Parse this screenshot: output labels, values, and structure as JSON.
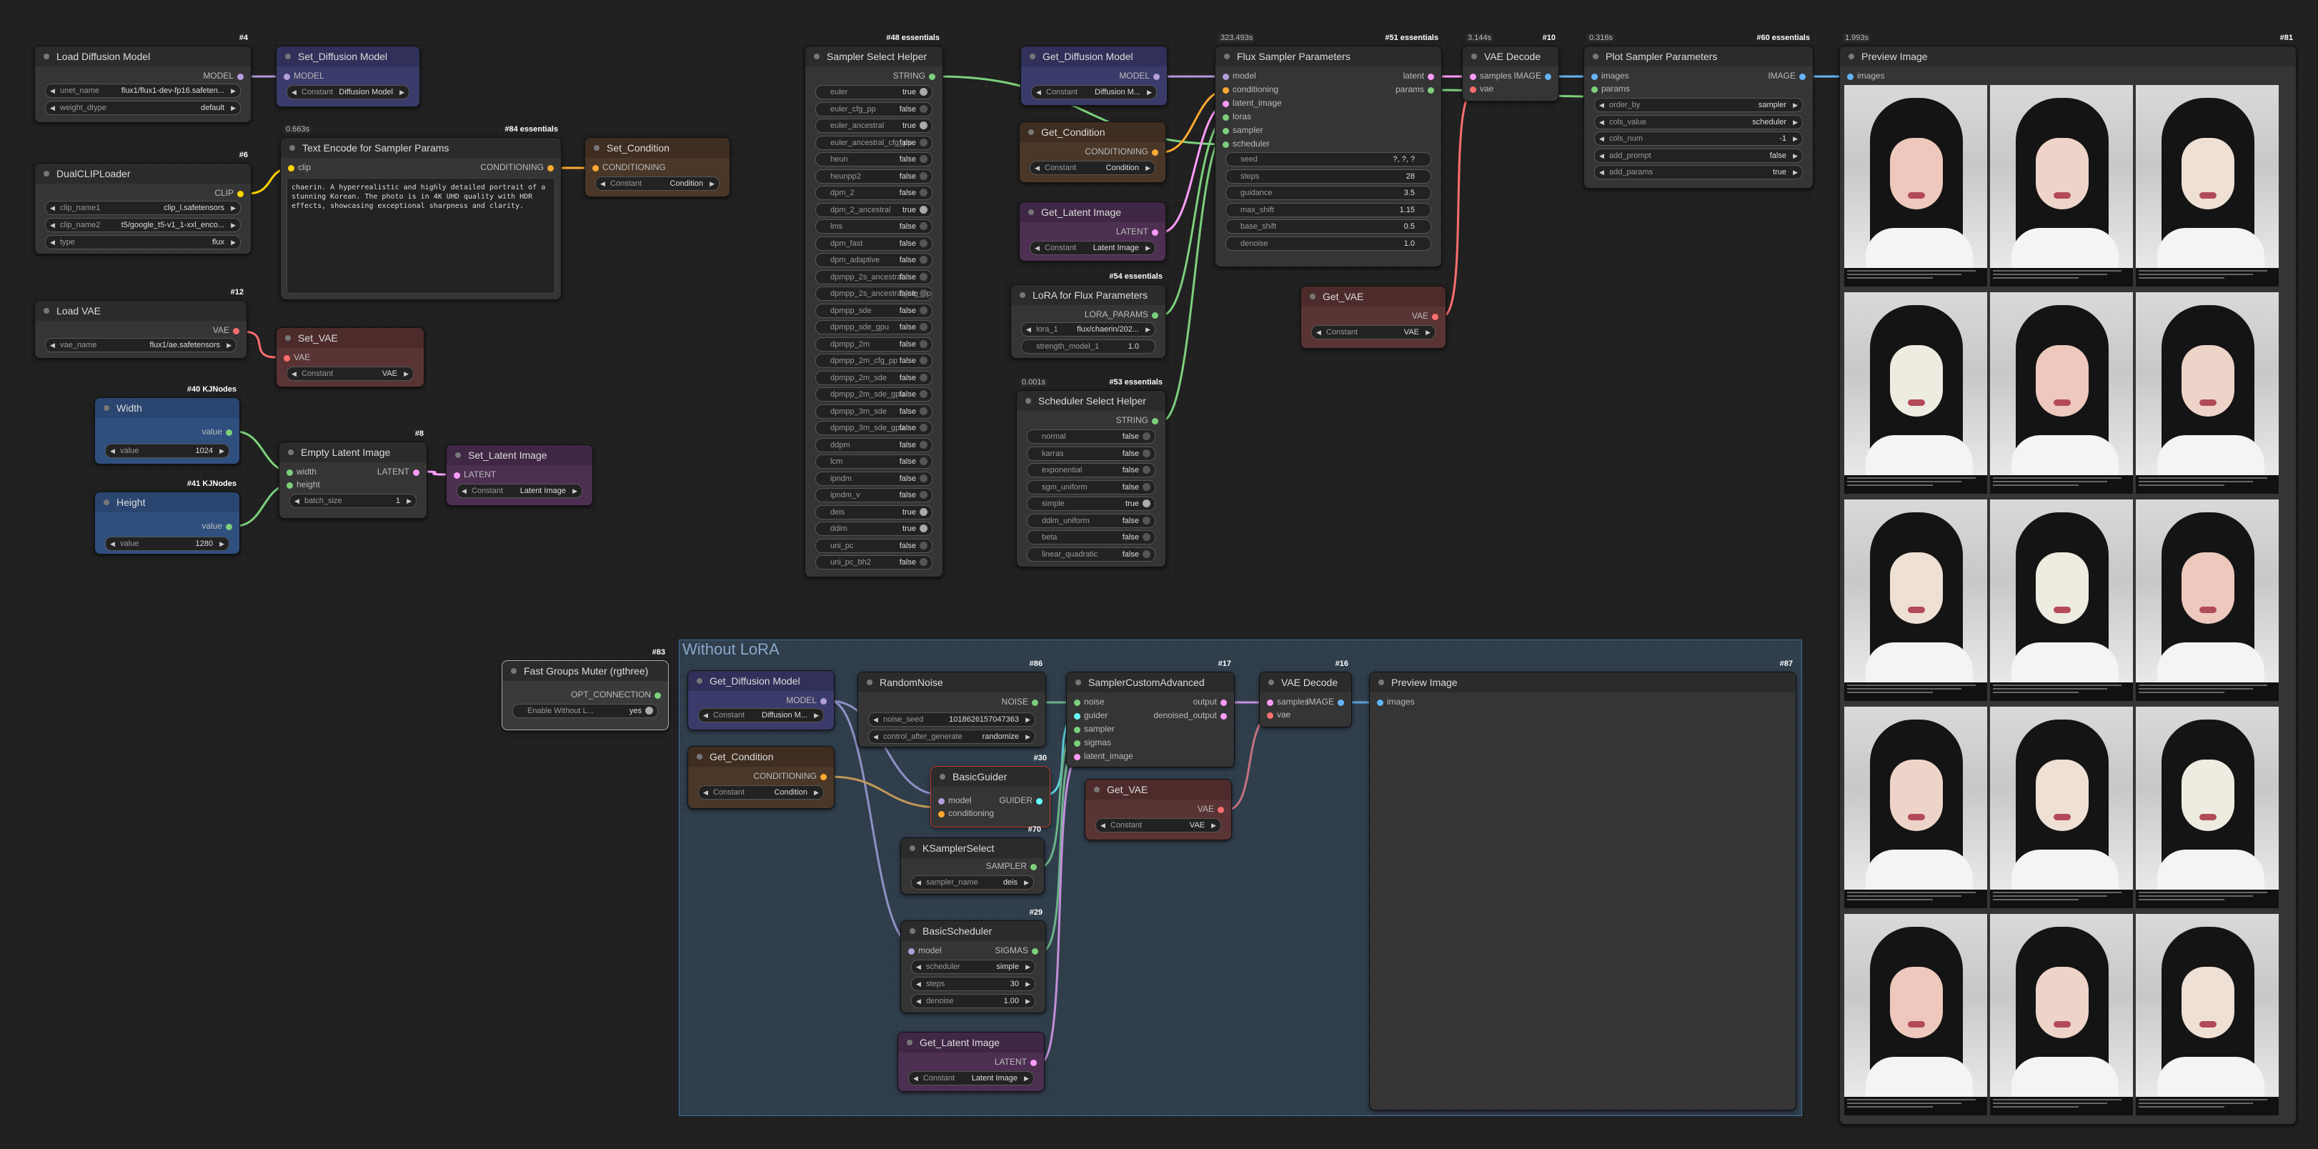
{
  "app": {
    "title": "ComfyUI workflow canvas"
  },
  "group": {
    "title": "Without LoRA"
  },
  "nodes": {
    "load_diffusion": {
      "id": "#4",
      "title": "Load Diffusion Model",
      "out": "MODEL",
      "w1_label": "unet_name",
      "w1_value": "flux1/flux1-dev-fp16.safeten...",
      "w2_label": "weight_dtype",
      "w2_value": "default"
    },
    "set_diffusion": {
      "title": "Set_Diffusion Model",
      "in": "MODEL",
      "c_label": "Constant",
      "c_value": "Diffusion Model"
    },
    "text_encode": {
      "id": "#84 essentials",
      "time": "0.663s",
      "title": "Text Encode for Sampler Params",
      "in": "clip",
      "out": "CONDITIONING",
      "text": "chaerin. A hyperrealistic and highly detailed portrait of a stunning Korean. The photo is in 4K UHD quality with HDR effects, showcasing exceptional sharpness and clarity."
    },
    "set_condition": {
      "title": "Set_Condition",
      "in": "CONDITIONING",
      "c_label": "Constant",
      "c_value": "Condition"
    },
    "dual_clip": {
      "id": "#6",
      "title": "DualCLIPLoader",
      "out": "CLIP",
      "w1_label": "clip_name1",
      "w1_value": "clip_l.safetensors",
      "w2_label": "clip_name2",
      "w2_value": "t5/google_t5-v1_1-xxl_enco...",
      "w3_label": "type",
      "w3_value": "flux"
    },
    "load_vae": {
      "id": "#12",
      "title": "Load VAE",
      "out": "VAE",
      "w1_label": "vae_name",
      "w1_value": "flux1/ae.safetensors"
    },
    "set_vae": {
      "title": "Set_VAE",
      "in": "VAE",
      "c_label": "Constant",
      "c_value": "VAE"
    },
    "width": {
      "id": "#40 KJNodes",
      "title": "Width",
      "out": "value",
      "w1_label": "value",
      "w1_value": "1024"
    },
    "height": {
      "id": "#41 KJNodes",
      "title": "Height",
      "out": "value",
      "w1_label": "value",
      "w1_value": "1280"
    },
    "empty_latent": {
      "id": "#8",
      "title": "Empty Latent Image",
      "in1": "width",
      "in2": "height",
      "out": "LATENT",
      "w1_label": "batch_size",
      "w1_value": "1"
    },
    "set_latent": {
      "title": "Set_Latent Image",
      "in": "LATENT",
      "c_label": "Constant",
      "c_value": "Latent Image"
    },
    "sampler_select": {
      "id": "#48 essentials",
      "title": "Sampler Select Helper",
      "out": "STRING",
      "items": [
        {
          "n": "euler",
          "v": "true"
        },
        {
          "n": "euler_cfg_pp",
          "v": "false"
        },
        {
          "n": "euler_ancestral",
          "v": "true"
        },
        {
          "n": "euler_ancestral_cfg_pp",
          "v": "false"
        },
        {
          "n": "heun",
          "v": "false"
        },
        {
          "n": "heunpp2",
          "v": "false"
        },
        {
          "n": "dpm_2",
          "v": "false"
        },
        {
          "n": "dpm_2_ancestral",
          "v": "true"
        },
        {
          "n": "lms",
          "v": "false"
        },
        {
          "n": "dpm_fast",
          "v": "false"
        },
        {
          "n": "dpm_adaptive",
          "v": "false"
        },
        {
          "n": "dpmpp_2s_ancestral",
          "v": "false"
        },
        {
          "n": "dpmpp_2s_ancestral_cfg_pp",
          "v": "false"
        },
        {
          "n": "dpmpp_sde",
          "v": "false"
        },
        {
          "n": "dpmpp_sde_gpu",
          "v": "false"
        },
        {
          "n": "dpmpp_2m",
          "v": "false"
        },
        {
          "n": "dpmpp_2m_cfg_pp",
          "v": "false"
        },
        {
          "n": "dpmpp_2m_sde",
          "v": "false"
        },
        {
          "n": "dpmpp_2m_sde_gpu",
          "v": "false"
        },
        {
          "n": "dpmpp_3m_sde",
          "v": "false"
        },
        {
          "n": "dpmpp_3m_sde_gpu",
          "v": "false"
        },
        {
          "n": "ddpm",
          "v": "false"
        },
        {
          "n": "lcm",
          "v": "false"
        },
        {
          "n": "ipndm",
          "v": "false"
        },
        {
          "n": "ipndm_v",
          "v": "false"
        },
        {
          "n": "deis",
          "v": "true"
        },
        {
          "n": "ddim",
          "v": "true"
        },
        {
          "n": "uni_pc",
          "v": "false"
        },
        {
          "n": "uni_pc_bh2",
          "v": "false"
        }
      ]
    },
    "get_diffusion_top": {
      "title": "Get_Diffusion Model",
      "out": "MODEL",
      "c_label": "Constant",
      "c_value": "Diffusion M..."
    },
    "get_condition_top": {
      "title": "Get_Condition",
      "out": "CONDITIONING",
      "c_label": "Constant",
      "c_value": "Condition"
    },
    "get_latent_top": {
      "title": "Get_Latent Image",
      "out": "LATENT",
      "c_label": "Constant",
      "c_value": "Latent Image"
    },
    "lora_params": {
      "id": "#54 essentials",
      "title": "LoRA for Flux Parameters",
      "out": "LORA_PARAMS",
      "w1_label": "lora_1",
      "w1_value": "flux/chaerin/202...",
      "w2_label": "strength_model_1",
      "w2_value": "1.0"
    },
    "scheduler_select": {
      "id": "#53 essentials",
      "time": "0.001s",
      "title": "Scheduler Select Helper",
      "out": "STRING",
      "items": [
        {
          "n": "normal",
          "v": "false"
        },
        {
          "n": "karras",
          "v": "false"
        },
        {
          "n": "exponential",
          "v": "false"
        },
        {
          "n": "sgm_uniform",
          "v": "false"
        },
        {
          "n": "simple",
          "v": "true"
        },
        {
          "n": "ddim_uniform",
          "v": "false"
        },
        {
          "n": "beta",
          "v": "false"
        },
        {
          "n": "linear_quadratic",
          "v": "false"
        }
      ]
    },
    "flux_sampler": {
      "id": "#51 essentials",
      "time": "323.493s",
      "title": "Flux Sampler Parameters",
      "inputs": [
        "model",
        "conditioning",
        "latent_image",
        "loras",
        "sampler",
        "scheduler"
      ],
      "out1": "latent",
      "out2": "params",
      "widgets": [
        {
          "n": "seed",
          "v": "?, ?, ?"
        },
        {
          "n": "steps",
          "v": "28"
        },
        {
          "n": "guidance",
          "v": "3.5"
        },
        {
          "n": "max_shift",
          "v": "1.15"
        },
        {
          "n": "base_shift",
          "v": "0.5"
        },
        {
          "n": "denoise",
          "v": "1.0"
        }
      ]
    },
    "get_vae_top": {
      "title": "Get_VAE",
      "out": "VAE",
      "c_label": "Constant",
      "c_value": "VAE"
    },
    "vae_decode_top": {
      "id": "#10",
      "time": "3.144s",
      "title": "VAE Decode",
      "in1": "samples",
      "in2": "vae",
      "out": "IMAGE"
    },
    "plot_sampler": {
      "id": "#60 essentials",
      "time": "0.316s",
      "title": "Plot Sampler Parameters",
      "in1": "images",
      "in2": "params",
      "out": "IMAGE",
      "widgets": [
        {
          "n": "order_by",
          "v": "sampler"
        },
        {
          "n": "cols_value",
          "v": "scheduler"
        },
        {
          "n": "cols_num",
          "v": "-1"
        },
        {
          "n": "add_prompt",
          "v": "false"
        },
        {
          "n": "add_params",
          "v": "true"
        }
      ]
    },
    "preview_top": {
      "id": "#81",
      "time": "1.993s",
      "title": "Preview Image",
      "in": "images"
    },
    "fast_muter": {
      "id": "#83",
      "title": "Fast Groups Muter (rgthree)",
      "out": "OPT_CONNECTION",
      "w1_label": "Enable Without L...",
      "w1_value": "yes"
    },
    "get_diffusion_bot": {
      "title": "Get_Diffusion Model",
      "out": "MODEL",
      "c_label": "Constant",
      "c_value": "Diffusion M..."
    },
    "random_noise": {
      "id": "#86",
      "title": "RandomNoise",
      "out": "NOISE",
      "w1_label": "noise_seed",
      "w1_value": "1018626157047363",
      "w2_label": "control_after_generate",
      "w2_value": "randomize"
    },
    "get_condition_bot": {
      "title": "Get_Condition",
      "out": "CONDITIONING",
      "c_label": "Constant",
      "c_value": "Condition"
    },
    "basic_guider": {
      "id": "#30",
      "title": "BasicGuider",
      "in1": "model",
      "in2": "conditioning",
      "out": "GUIDER"
    },
    "ksampler_select": {
      "id": "#70",
      "title": "KSamplerSelect",
      "out": "SAMPLER",
      "w1_label": "sampler_name",
      "w1_value": "deis"
    },
    "basic_scheduler": {
      "id": "#29",
      "title": "BasicScheduler",
      "in": "model",
      "out": "SIGMAS",
      "w1_label": "scheduler",
      "w1_value": "simple",
      "w2_label": "steps",
      "w2_value": "30",
      "w3_label": "denoise",
      "w3_value": "1.00"
    },
    "get_latent_bot": {
      "title": "Get_Latent Image",
      "out": "LATENT",
      "c_label": "Constant",
      "c_value": "Latent Image"
    },
    "sampler_custom": {
      "id": "#17",
      "title": "SamplerCustomAdvanced",
      "inputs": [
        "noise",
        "guider",
        "sampler",
        "sigmas",
        "latent_image"
      ],
      "out1": "output",
      "out2": "denoised_output"
    },
    "get_vae_bot": {
      "title": "Get_VAE",
      "out": "VAE",
      "c_label": "Constant",
      "c_value": "VAE"
    },
    "vae_decode_bot": {
      "id": "#16",
      "title": "VAE Decode",
      "in1": "samples",
      "in2": "vae",
      "out": "IMAGE"
    },
    "preview_bot": {
      "id": "#87",
      "title": "Preview Image",
      "in": "images"
    }
  },
  "colors": {
    "model": "#b39ddb",
    "clip": "#ffd500",
    "conditioning": "#ffa931",
    "latent": "#ff9cf9",
    "vae": "#ff6e6e",
    "image": "#64b5f6",
    "generic": "#7cd07c",
    "guider": "#66ffff"
  }
}
